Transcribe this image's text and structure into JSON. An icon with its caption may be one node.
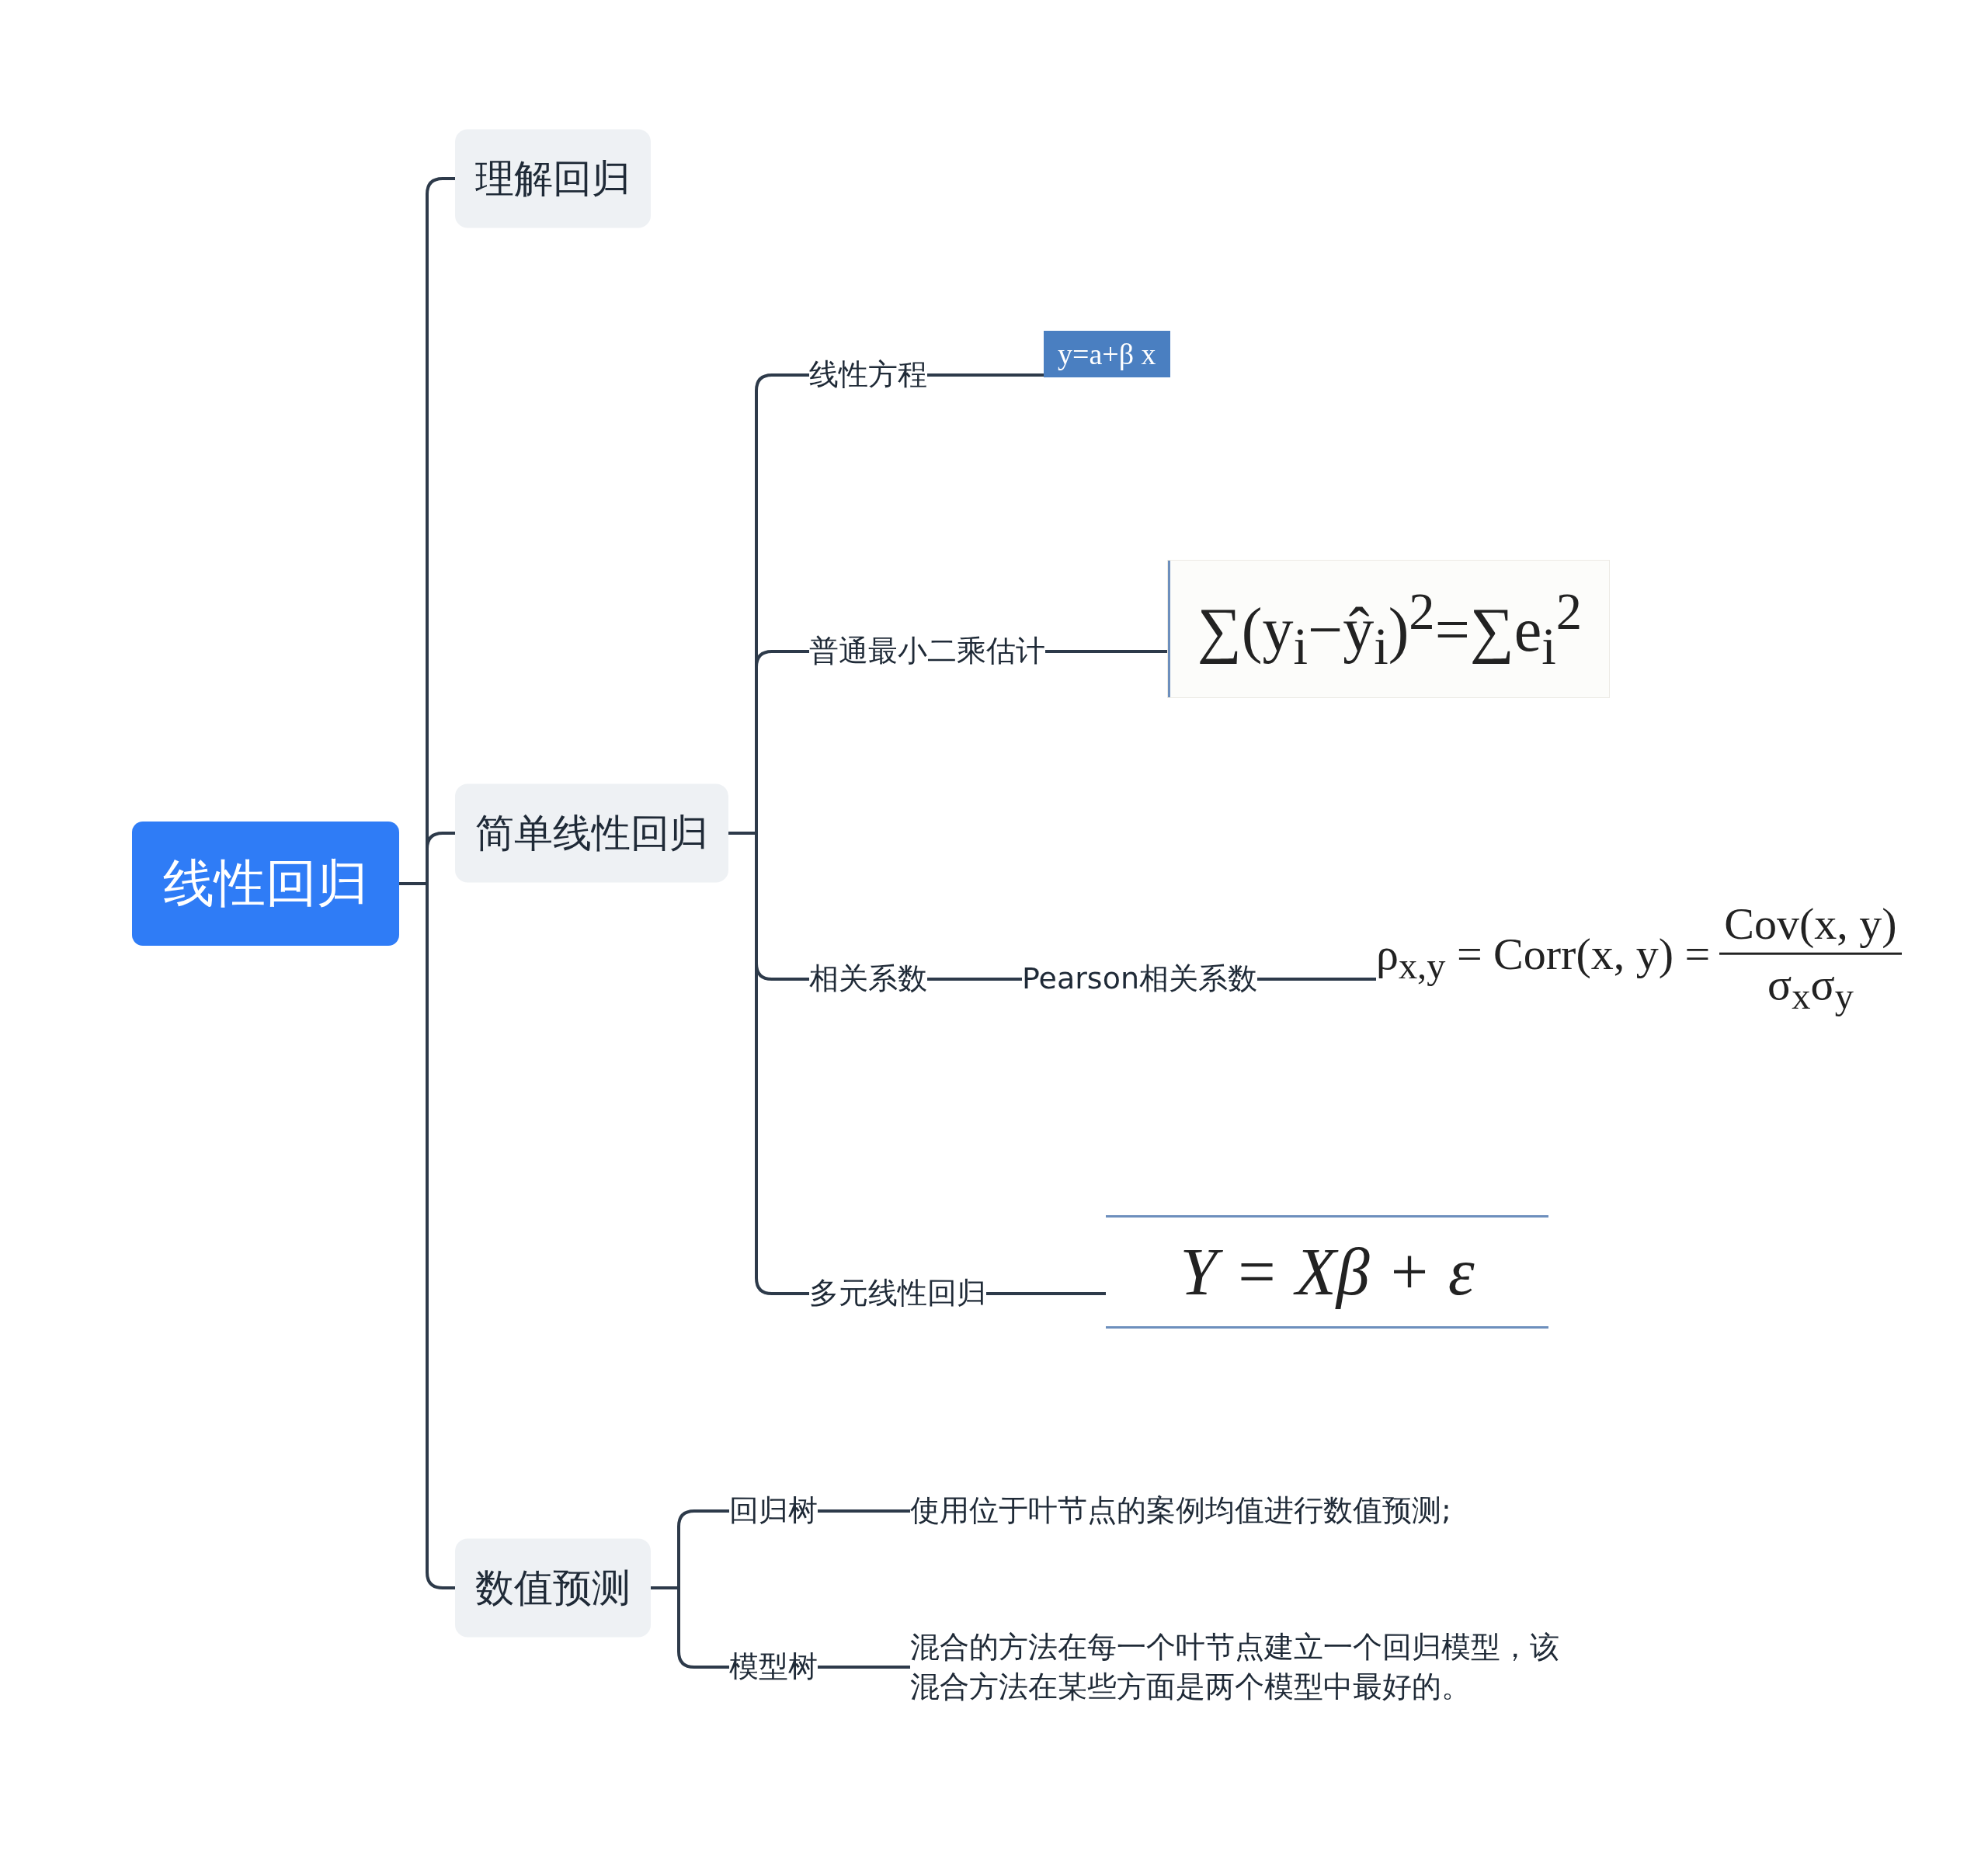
{
  "diagram": {
    "nodes": [
      {
        "text": [
          "线性回归"
        ]
      },
      {
        "text": [
          "理解回归"
        ]
      },
      {
        "text": [
          "简单线性回归"
        ]
      },
      {
        "text": [
          "数值预测"
        ]
      },
      {
        "text": [
          "线性方程"
        ]
      },
      {
        "text": [
          "y=a+β x"
        ]
      },
      {
        "text": [
          "普通最小二乘估计"
        ]
      },
      {
        "text": [
          "∑(y$_{i}$−ŷ$_{i}$)$^{2}$=∑e$_{i}$$^{2}$"
        ]
      },
      {
        "text": [
          "相关系数"
        ]
      },
      {
        "text": [
          "Pearson相关系数"
        ]
      },
      {
        "text": [
          "ρ$_{x,y}$ = Corr(x, y) =",
          "Cov(x, y)",
          "σ$_{x}$σ$_{y}$"
        ]
      },
      {
        "text": [
          "多元线性回归"
        ]
      },
      {
        "text": [
          "Y = Xβ + ε"
        ]
      },
      {
        "text": [
          "回归树"
        ]
      },
      {
        "text": [
          "使用位于叶节点的案例均值进行数值预测;"
        ]
      },
      {
        "text": [
          "模型树"
        ]
      },
      {
        "text": [
          "混合的方法在每一个叶节点建立一个回归模型，该混合方法在某些方面是两个模型中最好的。"
        ]
      }
    ],
    "edges": [
      {
        "from": 0,
        "to": 1,
        "arrow": "none"
      },
      {
        "from": 0,
        "to": 2,
        "arrow": "none"
      },
      {
        "from": 0,
        "to": 3,
        "arrow": "none"
      },
      {
        "from": 2,
        "to": 4,
        "arrow": "none"
      },
      {
        "from": 4,
        "to": 5,
        "arrow": "none"
      },
      {
        "from": 2,
        "to": 6,
        "arrow": "none"
      },
      {
        "from": 6,
        "to": 7,
        "arrow": "none"
      },
      {
        "from": 2,
        "to": 8,
        "arrow": "none"
      },
      {
        "from": 8,
        "to": 9,
        "arrow": "none"
      },
      {
        "from": 9,
        "to": 10,
        "arrow": "none"
      },
      {
        "from": 2,
        "to": 11,
        "arrow": "none"
      },
      {
        "from": 11,
        "to": 12,
        "arrow": "none"
      },
      {
        "from": 3,
        "to": 13,
        "arrow": "none"
      },
      {
        "from": 13,
        "to": 14,
        "arrow": "none"
      },
      {
        "from": 3,
        "to": 15,
        "arrow": "none"
      },
      {
        "from": 15,
        "to": 16,
        "arrow": "none"
      }
    ]
  }
}
